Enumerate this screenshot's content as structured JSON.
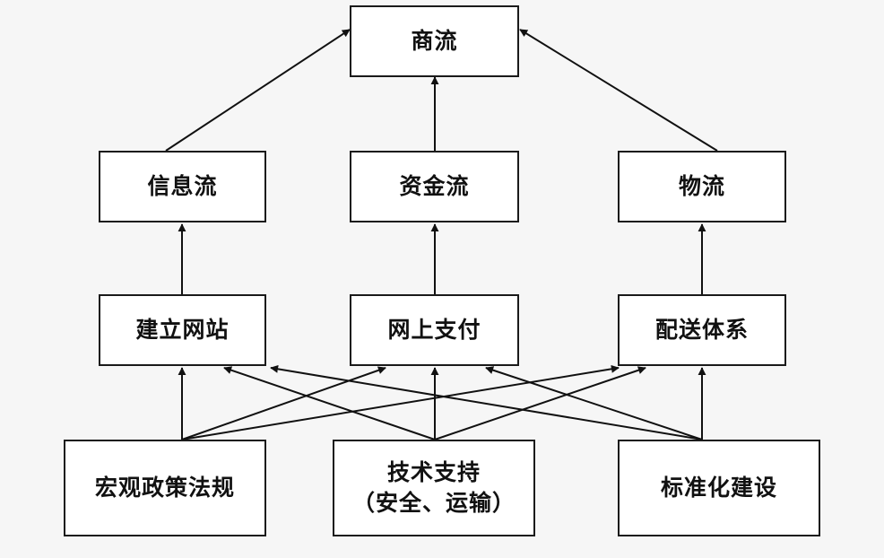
{
  "nodes": {
    "shangliu": "商流",
    "xinxiliu": "信息流",
    "zijinliu": "资金流",
    "wuliu": "物流",
    "jianli_wangzhan": "建立网站",
    "wangshang_zhifu": "网上支付",
    "peisong_tixi": "配送体系",
    "hongguan_zhengce": "宏观政策法规",
    "jishu_zhichi_line1": "技术支持",
    "jishu_zhichi_line2": "（安全、运输）",
    "biaozhunhua_jianshe": "标准化建设"
  },
  "colors": {
    "line": "#111111",
    "box_border": "#1a1a1a",
    "box_fill": "#ffffff"
  }
}
